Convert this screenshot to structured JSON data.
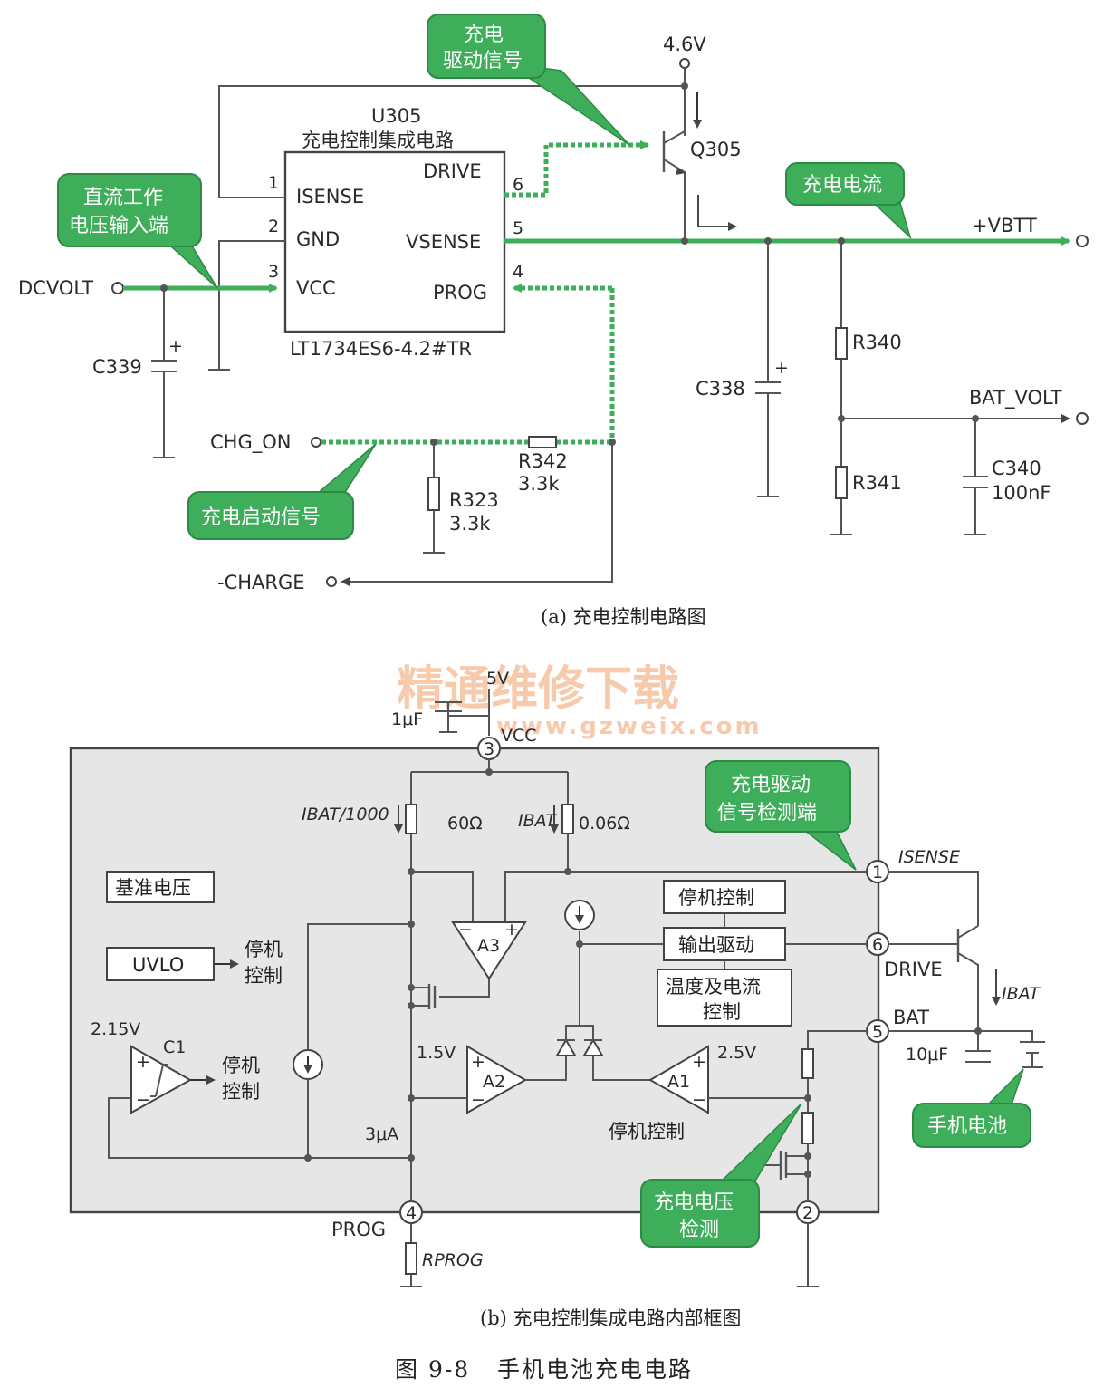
{
  "diagram_a": {
    "ic_ref": "U305",
    "ic_desc": "充电控制集成电路",
    "ic_part": "LT1734ES6-4.2#TR",
    "pins_left": [
      {
        "num": "1",
        "name": "ISENSE"
      },
      {
        "num": "2",
        "name": "GND"
      },
      {
        "num": "3",
        "name": "VCC"
      }
    ],
    "pins_right": [
      {
        "num": "6",
        "name": "DRIVE"
      },
      {
        "num": "5",
        "name": "VSENSE"
      },
      {
        "num": "4",
        "name": "PROG"
      }
    ],
    "supply": "4.6V",
    "transistor": "Q305",
    "ports": {
      "dcvolt": "DCVOLT",
      "vbtt": "+VBTT",
      "bat_volt": "BAT_VOLT",
      "chg_on": "CHG_ON",
      "charge": "-CHARGE"
    },
    "parts": {
      "c339": "C339",
      "c338": "C338",
      "r340": "R340",
      "r341": "R341",
      "c340": "C340",
      "c340_val": "100nF",
      "r342": "R342",
      "r342_val": "3.3k",
      "r323": "R323",
      "r323_val": "3.3k"
    },
    "callouts": {
      "drive_1": "充电",
      "drive_2": "驱动信号",
      "current": "充电电流",
      "dc_1": "直流工作",
      "dc_2": "电压输入端",
      "start": "充电启动信号"
    },
    "caption": "(a) 充电控制电路图"
  },
  "watermark": {
    "line1": "精通维修下载",
    "line2": "www.gzweix.com"
  },
  "diagram_b": {
    "top": {
      "supply": "5V",
      "cap": "1μF",
      "vcc": "VCC"
    },
    "pins": {
      "p1": "1",
      "p2": "2",
      "p3": "3",
      "p4": "4",
      "p5": "5",
      "p6": "6"
    },
    "labels": {
      "ibat_1000": "IBAT/1000",
      "r60": "60Ω",
      "ibat": "IBAT",
      "r006": "0.06Ω",
      "ref": "基准电压",
      "uvlo": "UVLO",
      "stop": "停机",
      "ctrl": "控制",
      "v215": "2.15V",
      "c1": "C1",
      "v15": "1.5V",
      "v25": "2.5V",
      "a1": "A1",
      "a2": "A2",
      "a3": "A3",
      "ua3": "3μA",
      "stop_ctrl": "停机控制",
      "out_drive": "输出驱动",
      "temp_1": "温度及电流",
      "temp_2": "控制",
      "stop_ctrl2": "停机控制",
      "isense": "ISENSE",
      "drive": "DRIVE",
      "bat": "BAT",
      "ibat2": "IBAT",
      "cap10": "10μF",
      "prog": "PROG",
      "rprog": "RPROG"
    },
    "callouts": {
      "det_1": "充电驱动",
      "det_2": "信号检测端",
      "battery": "手机电池",
      "vdet_1": "充电电压",
      "vdet_2": "检测"
    },
    "caption": "(b) 充电控制集成电路内部框图"
  },
  "figure_caption": "图 9-8   手机电池充电电路",
  "colors": {
    "callout": "#3fae5a",
    "wire": "#555555",
    "panel": "#e6e6e6"
  }
}
